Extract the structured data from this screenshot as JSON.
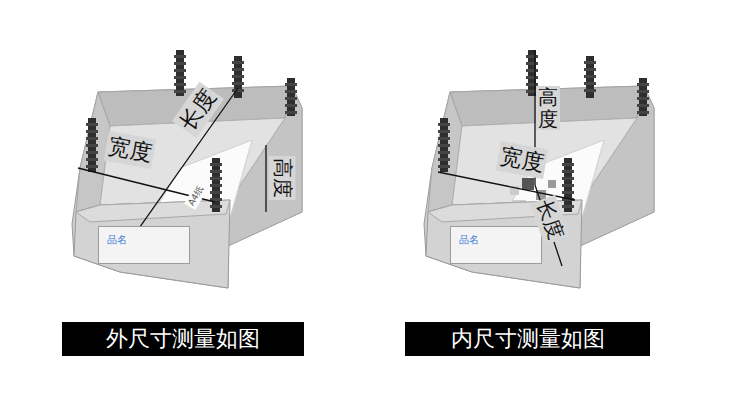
{
  "diagram": {
    "nodes": [
      {
        "text": [
          "品名"
        ]
      },
      {
        "text": [
          "外尺寸测量如图"
        ]
      },
      {
        "text": [
          "品名"
        ]
      },
      {
        "text": [
          "内尺寸测量如图"
        ]
      }
    ],
    "labels": [
      "宽度",
      "长度",
      "高度",
      "A4纸",
      "高度",
      "宽度",
      "长度"
    ]
  }
}
